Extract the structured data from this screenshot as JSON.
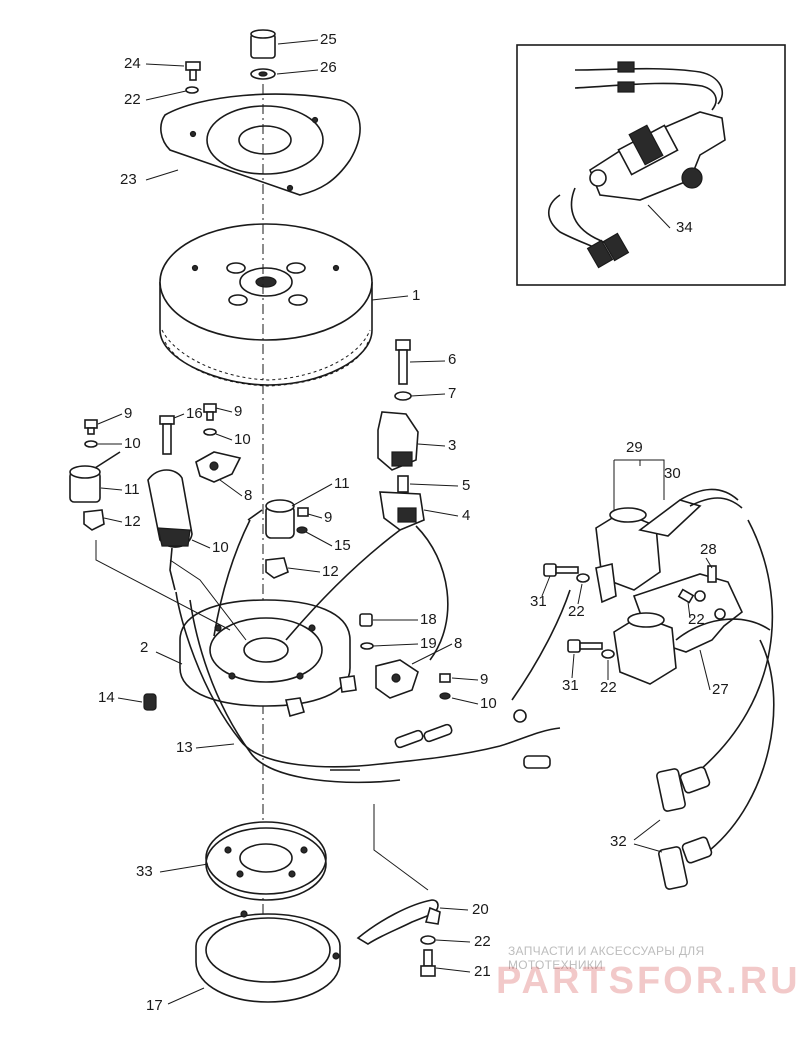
{
  "diagram": {
    "callouts": [
      {
        "id": "c25",
        "text": "25"
      },
      {
        "id": "c24",
        "text": "24"
      },
      {
        "id": "c26",
        "text": "26"
      },
      {
        "id": "c22a",
        "text": "22"
      },
      {
        "id": "c23",
        "text": "23"
      },
      {
        "id": "c1",
        "text": "1"
      },
      {
        "id": "c6",
        "text": "6"
      },
      {
        "id": "c7",
        "text": "7"
      },
      {
        "id": "c9a",
        "text": "9"
      },
      {
        "id": "c16",
        "text": "16"
      },
      {
        "id": "c9b",
        "text": "9"
      },
      {
        "id": "c3",
        "text": "3"
      },
      {
        "id": "c10a",
        "text": "10"
      },
      {
        "id": "c10b",
        "text": "10"
      },
      {
        "id": "c8a",
        "text": "8"
      },
      {
        "id": "c11a",
        "text": "11"
      },
      {
        "id": "c11b",
        "text": "11"
      },
      {
        "id": "c5",
        "text": "5"
      },
      {
        "id": "c12a",
        "text": "12"
      },
      {
        "id": "c9c",
        "text": "9"
      },
      {
        "id": "c4",
        "text": "4"
      },
      {
        "id": "c10c",
        "text": "10"
      },
      {
        "id": "c15",
        "text": "15"
      },
      {
        "id": "c12b",
        "text": "12"
      },
      {
        "id": "c2",
        "text": "2"
      },
      {
        "id": "c18",
        "text": "18"
      },
      {
        "id": "c19",
        "text": "19"
      },
      {
        "id": "c8b",
        "text": "8"
      },
      {
        "id": "c9d",
        "text": "9"
      },
      {
        "id": "c14",
        "text": "14"
      },
      {
        "id": "c10d",
        "text": "10"
      },
      {
        "id": "c13",
        "text": "13"
      },
      {
        "id": "c29",
        "text": "29"
      },
      {
        "id": "c30",
        "text": "30"
      },
      {
        "id": "c28",
        "text": "28"
      },
      {
        "id": "c31a",
        "text": "31"
      },
      {
        "id": "c22b",
        "text": "22"
      },
      {
        "id": "c22c",
        "text": "22"
      },
      {
        "id": "c31b",
        "text": "31"
      },
      {
        "id": "c22d",
        "text": "22"
      },
      {
        "id": "c27",
        "text": "27"
      },
      {
        "id": "c32",
        "text": "32"
      },
      {
        "id": "c33",
        "text": "33"
      },
      {
        "id": "c20",
        "text": "20"
      },
      {
        "id": "c22e",
        "text": "22"
      },
      {
        "id": "c21",
        "text": "21"
      },
      {
        "id": "c17",
        "text": "17"
      },
      {
        "id": "c34",
        "text": "34"
      }
    ]
  },
  "watermark": {
    "subtitle": "ЗАПЧАСТИ И АКСЕССУАРЫ ДЛЯ МОТОТЕХНИКИ",
    "brand": "PARTSFOR.RU"
  }
}
